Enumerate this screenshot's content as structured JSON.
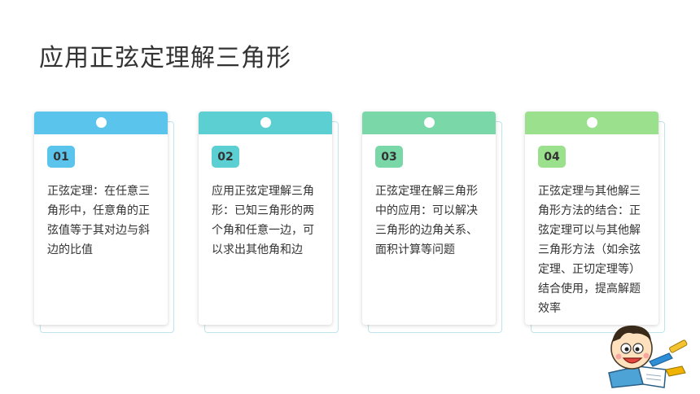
{
  "slide": {
    "title": "应用正弦定理解三角形"
  },
  "cards": [
    {
      "number": "01",
      "text": "正弦定理：在任意三角形中，任意角的正弦值等于其对边与斜边的比值",
      "color": "#5bc4ec"
    },
    {
      "number": "02",
      "text": "应用正弦定理解三角形：已知三角形的两个角和任意一边，可以求出其他角和边",
      "color": "#5ccfd2"
    },
    {
      "number": "03",
      "text": "正弦定理在解三角形中的应用：可以解决三角形的边角关系、面积计算等问题",
      "color": "#7ad7a8"
    },
    {
      "number": "04",
      "text": "正弦定理与其他解三角形方法的结合：正弦定理可以与其他解三角形方法（如余弦定理、正切定理等）结合使用，提高解题效率",
      "color": "#9be08c"
    }
  ]
}
